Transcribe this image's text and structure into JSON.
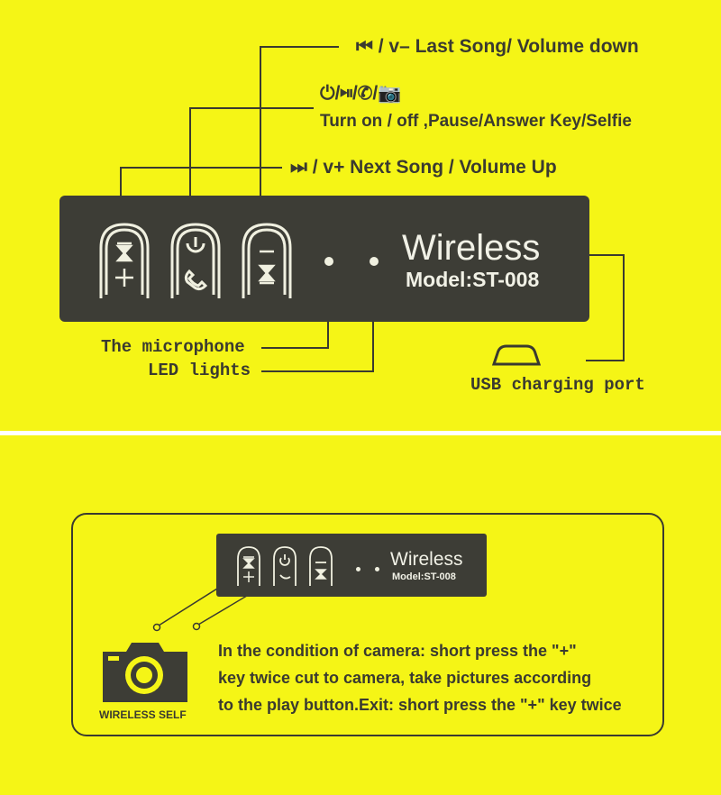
{
  "top": {
    "label_last_song": "⏮ / v– Last Song/ Volume down",
    "label_power_icons": "⏻/⏯/✆/📷",
    "label_power_text": "Turn on / off ,Pause/Answer Key/Selfie",
    "label_next_song": "⏭ / v+ Next Song / Volume Up",
    "brand": "Wireless",
    "model": "Model:ST-008",
    "label_microphone": "The microphone",
    "label_led": "LED lights",
    "label_usb": "USB charging port"
  },
  "bottom": {
    "brand": "Wireless",
    "model": "Model:ST-008",
    "camera_caption": "WIRELESS SELF",
    "instruction_lines": [
      "In the condition of camera: short press the \"+\"",
      "key twice cut to camera, take pictures according",
      "to the play button.Exit: short press the \"+\" key twice"
    ]
  }
}
